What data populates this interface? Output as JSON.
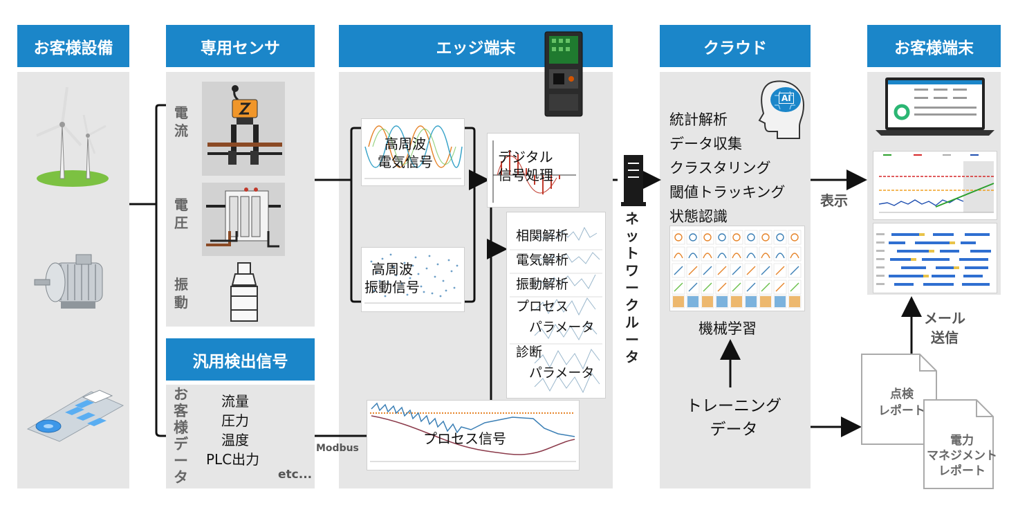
{
  "headers": {
    "customer_equipment": "お客様設備",
    "dedicated_sensor": "専用センサ",
    "edge_terminal": "エッジ端末",
    "cloud": "クラウド",
    "customer_terminal": "お客様端末",
    "general_signal": "汎用検出信号"
  },
  "sensors": {
    "current": "電\n流",
    "voltage": "電\n圧",
    "vibration": "振\n動"
  },
  "customer_data": {
    "label": "お\n客\n様\nデ\nー\nタ",
    "items": [
      "流量",
      "圧力",
      "温度",
      "PLC出力"
    ],
    "etc": "etc..."
  },
  "edge": {
    "hf_electric": "高周波\n電気信号",
    "hf_vibration": "高周波\n振動信号",
    "digital_processing": "デジタル\n信号処理",
    "analyses": [
      "相関解析",
      "電気解析",
      "振動解析",
      "プロセス\n　パラメータ",
      "診断\n　パラメータ"
    ],
    "process_signal": "プロセス信号",
    "modbus": "Modbus"
  },
  "network_router": "ネ\nッ\nト\nワ\nー\nク\nル\nー\nタ",
  "cloud_items": [
    "統計解析",
    "データ収集",
    "クラスタリング",
    "閾値トラッキング",
    "状態認識"
  ],
  "ai_badge": "AI",
  "machine_learning": "機械学習",
  "training_data": "トレーニング\nデータ",
  "display_label": "表示",
  "mail_label": "メール\n送信",
  "reports": {
    "inspection": "点検\nレポート",
    "power": "電力\nマネジメント\nレポート"
  },
  "colors": {
    "header_blue": "#1b86c9",
    "panel_gray": "#e6e6e6",
    "threshold_red": "#d62728",
    "threshold_orange": "#f0a020",
    "trend_green": "#2ca02c"
  }
}
